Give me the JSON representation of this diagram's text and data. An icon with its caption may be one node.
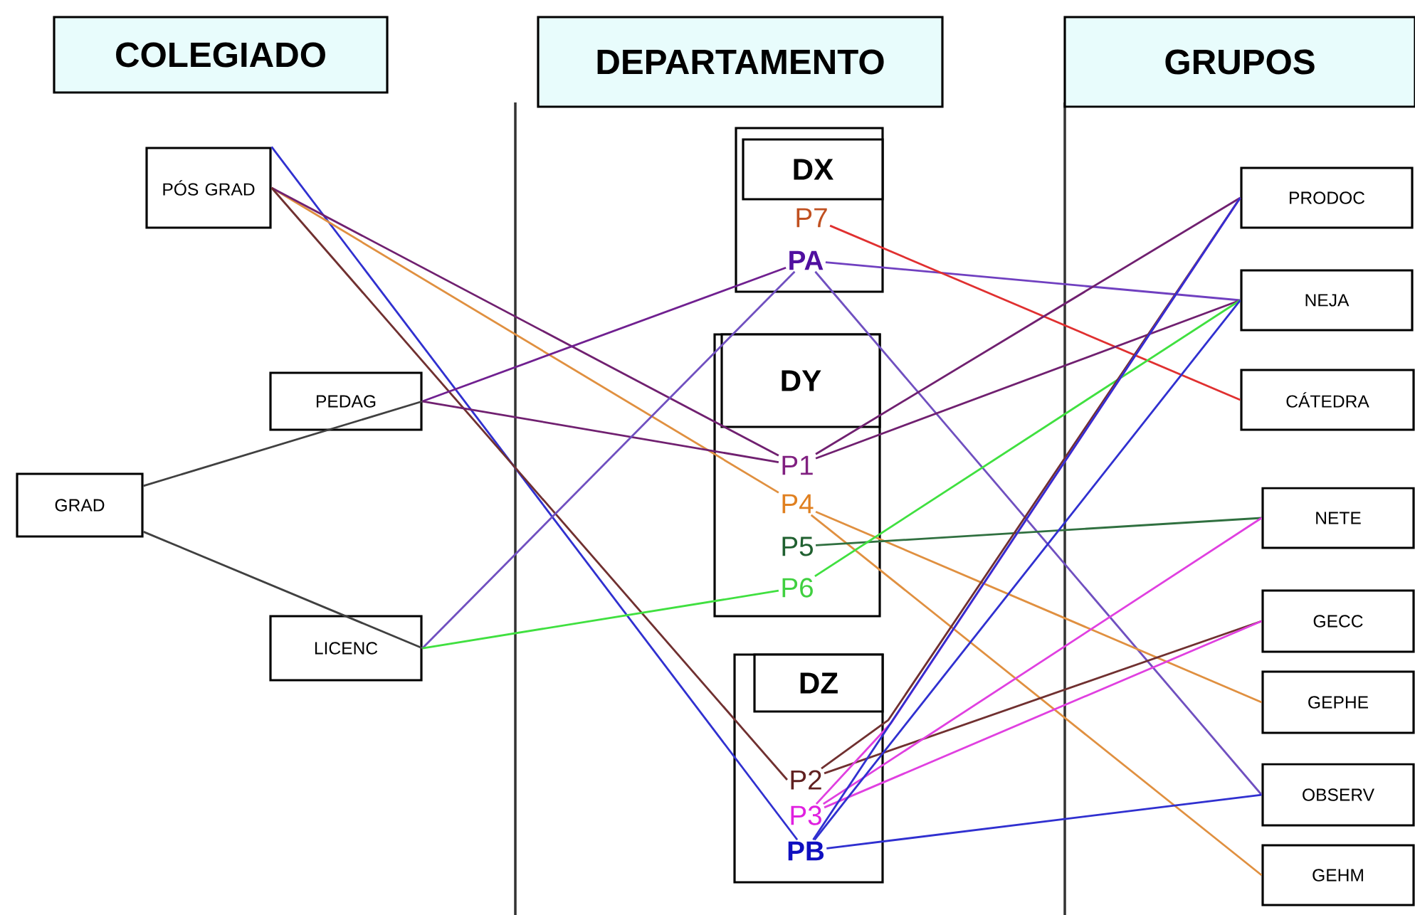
{
  "diagram": {
    "nodes": [
      {
        "text": [
          "COLEGIADO"
        ]
      },
      {
        "text": [
          "DEPARTAMENTO"
        ]
      },
      {
        "text": [
          "GRUPOS"
        ]
      },
      {
        "text": [
          "PÓS GRAD"
        ]
      },
      {
        "text": [
          "PEDAG"
        ]
      },
      {
        "text": [
          "GRAD"
        ]
      },
      {
        "text": [
          "LICENC"
        ]
      },
      {
        "text": [],
        "shape": "box"
      },
      {
        "text": [
          "DX"
        ],
        "in": 7
      },
      {
        "text": [
          "P7"
        ],
        "in": 7
      },
      {
        "text": [
          "PA"
        ],
        "in": 7
      },
      {
        "text": [],
        "shape": "box"
      },
      {
        "text": [
          "DY"
        ],
        "in": 11
      },
      {
        "text": [
          "P1"
        ],
        "in": 11
      },
      {
        "text": [
          "P4"
        ],
        "in": 11
      },
      {
        "text": [
          "P5"
        ],
        "in": 11
      },
      {
        "text": [
          "P6"
        ],
        "in": 11
      },
      {
        "text": [],
        "shape": "box"
      },
      {
        "text": [
          "DZ"
        ],
        "in": 17
      },
      {
        "text": [
          "P2"
        ],
        "in": 17
      },
      {
        "text": [
          "P3"
        ],
        "in": 17
      },
      {
        "text": [
          "PB"
        ],
        "in": 17
      },
      {
        "text": [
          "PRODOC"
        ]
      },
      {
        "text": [
          "NEJA"
        ]
      },
      {
        "text": [
          "CÁTEDRA"
        ]
      },
      {
        "text": [
          "NETE"
        ]
      },
      {
        "text": [
          "GECC"
        ]
      },
      {
        "text": [
          "GEPHE"
        ]
      },
      {
        "text": [
          "OBSERV"
        ]
      },
      {
        "text": [
          "GEHM"
        ]
      }
    ],
    "edges": [
      {
        "from": 5,
        "to": 4,
        "arrow": "none",
        "color": "#404040"
      },
      {
        "from": 5,
        "to": 6,
        "arrow": "none",
        "color": "#404040"
      },
      {
        "from": 3,
        "to": 21,
        "arrow": "none",
        "color": "#3030d0"
      },
      {
        "from": 3,
        "to": 14,
        "arrow": "none",
        "color": "#e09040"
      },
      {
        "from": 3,
        "to": 13,
        "arrow": "none",
        "color": "#702070"
      },
      {
        "from": 3,
        "to": 19,
        "arrow": "none",
        "color": "#703030"
      },
      {
        "from": 4,
        "to": 10,
        "arrow": "none",
        "color": "#702090"
      },
      {
        "from": 4,
        "to": 13,
        "arrow": "none",
        "color": "#702070"
      },
      {
        "from": 6,
        "to": 10,
        "arrow": "none",
        "color": "#7050c0"
      },
      {
        "from": 6,
        "to": 16,
        "arrow": "none",
        "color": "#40e040"
      },
      {
        "from": 10,
        "to": 23,
        "arrow": "none",
        "color": "#7040c0"
      },
      {
        "from": 10,
        "to": 28,
        "arrow": "none",
        "color": "#7050c0"
      },
      {
        "from": 9,
        "to": 24,
        "arrow": "none",
        "color": "#e03030"
      },
      {
        "from": 13,
        "to": 22,
        "arrow": "none",
        "color": "#702070"
      },
      {
        "from": 13,
        "to": 23,
        "arrow": "none",
        "color": "#702070"
      },
      {
        "from": 14,
        "to": 27,
        "arrow": "none",
        "color": "#e09040"
      },
      {
        "from": 14,
        "to": 29,
        "arrow": "none",
        "color": "#e09040"
      },
      {
        "from": 15,
        "to": 25,
        "arrow": "none",
        "color": "#307040"
      },
      {
        "from": 16,
        "to": 23,
        "arrow": "none",
        "color": "#40e040"
      },
      {
        "from": 19,
        "to": 22,
        "arrow": "none",
        "color": "#703030"
      },
      {
        "from": 19,
        "to": 26,
        "arrow": "none",
        "color": "#703030"
      },
      {
        "from": 20,
        "to": 22,
        "arrow": "none",
        "color": "#e040e0"
      },
      {
        "from": 20,
        "to": 25,
        "arrow": "none",
        "color": "#e040e0"
      },
      {
        "from": 20,
        "to": 26,
        "arrow": "none",
        "color": "#e040e0"
      },
      {
        "from": 21,
        "to": 22,
        "arrow": "none",
        "color": "#3030d0"
      },
      {
        "from": 21,
        "to": 23,
        "arrow": "none",
        "color": "#3030d0"
      },
      {
        "from": 21,
        "to": 28,
        "arrow": "none",
        "color": "#3030d0"
      }
    ]
  }
}
